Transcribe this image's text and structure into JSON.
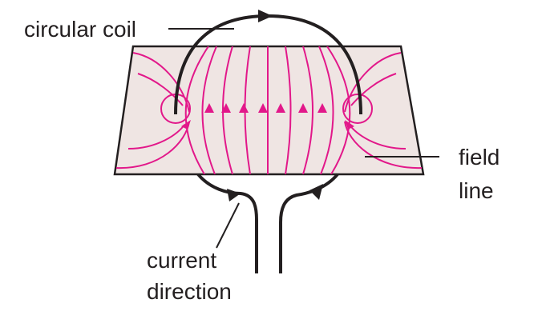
{
  "labels": {
    "coil": "circular coil",
    "field_line_1": "field",
    "field_line_2": "line",
    "current_1": "current",
    "current_2": "direction"
  },
  "colors": {
    "field": "#e2188a",
    "wire": "#231f20",
    "plane_fill": "#efe5e3",
    "plane_stroke": "#231f20",
    "text": "#231f20"
  },
  "icons": {
    "arrowhead": "triangle-arrow-icon"
  }
}
